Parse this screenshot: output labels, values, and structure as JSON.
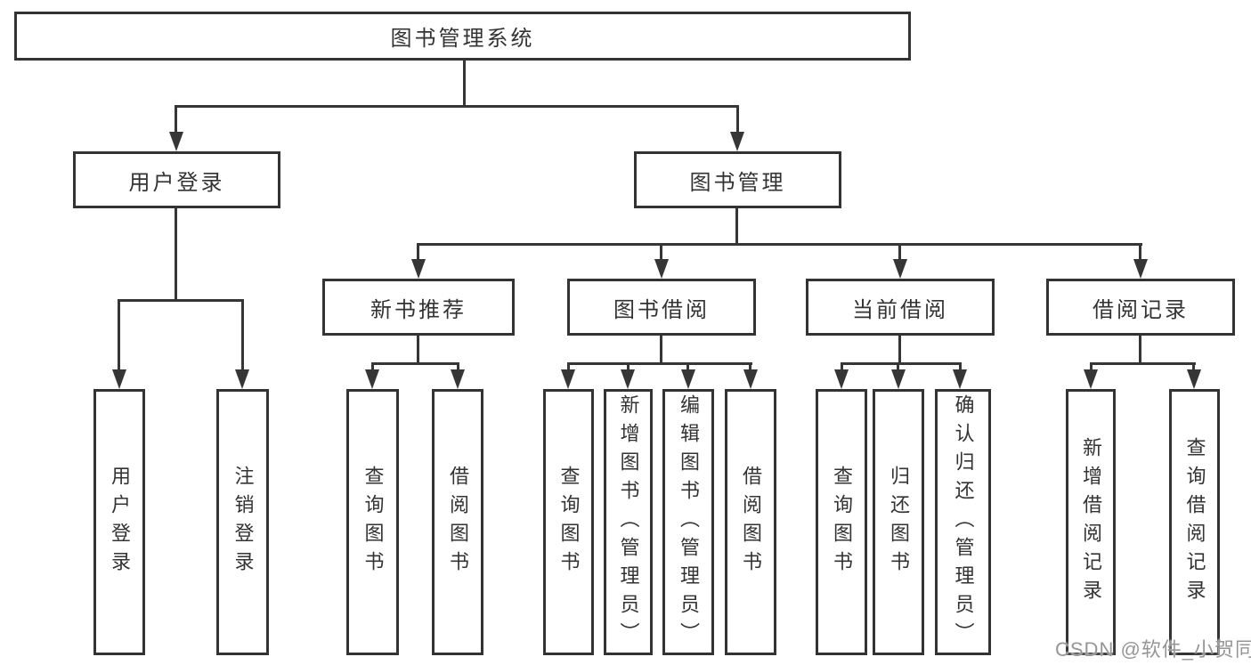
{
  "diagram": {
    "type": "hierarchy-tree",
    "title": "图书管理系统",
    "hierarchy": {
      "root": "图书管理系统",
      "children": [
        {
          "label": "用户登录",
          "children": [
            "用户登录",
            "注销登录"
          ]
        },
        {
          "label": "图书管理",
          "children": [
            {
              "label": "新书推荐",
              "children": [
                "查询图书",
                "借阅图书"
              ]
            },
            {
              "label": "图书借阅",
              "children": [
                "查询图书",
                "新增图书（管理员）",
                "编辑图书（管理员）",
                "借阅图书"
              ]
            },
            {
              "label": "当前借阅",
              "children": [
                "查询图书",
                "归还图书",
                "确认归还（管理员）"
              ]
            },
            {
              "label": "借阅记录",
              "children": [
                "新增借阅记录",
                "查询借阅记录"
              ]
            }
          ]
        }
      ]
    }
  },
  "nodes": {
    "root": {
      "label": "图书管理系统"
    },
    "user_login": {
      "label": "用户登录"
    },
    "book_mgmt": {
      "label": "图书管理"
    },
    "new_book_rec": {
      "label": "新书推荐"
    },
    "book_borrow": {
      "label": "图书借阅"
    },
    "current_borrow": {
      "label": "当前借阅"
    },
    "borrow_records": {
      "label": "借阅记录"
    },
    "leaf_user_login": {
      "label": "用户登录"
    },
    "leaf_logout": {
      "label": "注销登录"
    },
    "leaf_query_book_1": {
      "label": "查询图书"
    },
    "leaf_borrow_book_1": {
      "label": "借阅图书"
    },
    "leaf_query_book_2": {
      "label": "查询图书"
    },
    "leaf_add_book": {
      "label": "新增图书（管理员）"
    },
    "leaf_edit_book": {
      "label": "编辑图书（管理员）"
    },
    "leaf_borrow_book_2": {
      "label": "借阅图书"
    },
    "leaf_query_book_3": {
      "label": "查询图书"
    },
    "leaf_return_book": {
      "label": "归还图书"
    },
    "leaf_confirm_return": {
      "label": "确认归还（管理员）"
    },
    "leaf_add_borrow_record": {
      "label": "新增借阅记录"
    },
    "leaf_query_borrow_record": {
      "label": "查询借阅记录"
    }
  },
  "watermark": {
    "text": "CSDN @软件_小贺同学"
  },
  "colors": {
    "background": "#ffffff",
    "line": "#363636",
    "box_border": "#333333",
    "text": "#333333",
    "watermark": "#969696"
  }
}
